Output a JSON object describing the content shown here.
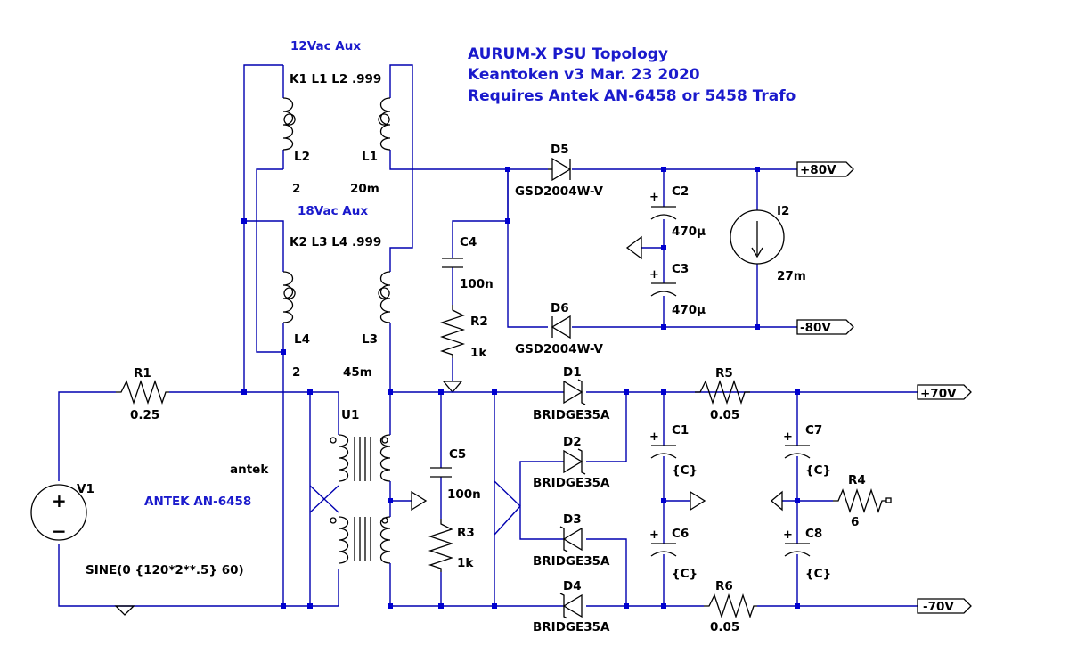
{
  "title": {
    "line1": "AURUM-X PSU Topology",
    "line2": "Keantoken  v3  Mar. 23  2020",
    "line3": "Requires Antek AN-6458 or 5458 Trafo"
  },
  "aux": {
    "label_12v": "12Vac Aux",
    "label_18v": "18Vac Aux",
    "k1": "K1 L1 L2 .999",
    "k2": "K2 L3 L4 .999"
  },
  "components": {
    "L1": {
      "name": "L1",
      "value": "20m"
    },
    "L2": {
      "name": "L2",
      "value": "2"
    },
    "L3": {
      "name": "L3",
      "value": "45m"
    },
    "L4": {
      "name": "L4",
      "value": "2"
    },
    "D5": {
      "name": "D5",
      "value": "GSD2004W-V"
    },
    "D6": {
      "name": "D6",
      "value": "GSD2004W-V"
    },
    "C2": {
      "name": "C2",
      "value": "470µ"
    },
    "C3": {
      "name": "C3",
      "value": "470µ"
    },
    "I2": {
      "name": "I2",
      "value": "27m"
    },
    "C4": {
      "name": "C4",
      "value": "100n"
    },
    "R2": {
      "name": "R2",
      "value": "1k"
    },
    "R1": {
      "name": "R1",
      "value": "0.25"
    },
    "V1": {
      "name": "V1",
      "value": "SINE(0 {120*2**.5} 60)"
    },
    "U1": {
      "name": "U1",
      "value": "antek",
      "model": "ANTEK AN-6458"
    },
    "C5": {
      "name": "C5",
      "value": "100n"
    },
    "R3": {
      "name": "R3",
      "value": "1k"
    },
    "D1": {
      "name": "D1",
      "value": "BRIDGE35A"
    },
    "D2": {
      "name": "D2",
      "value": "BRIDGE35A"
    },
    "D3": {
      "name": "D3",
      "value": "BRIDGE35A"
    },
    "D4": {
      "name": "D4",
      "value": "BRIDGE35A"
    },
    "C1": {
      "name": "C1",
      "value": "{C}"
    },
    "C6": {
      "name": "C6",
      "value": "{C}"
    },
    "R5": {
      "name": "R5",
      "value": "0.05"
    },
    "R6": {
      "name": "R6",
      "value": "0.05"
    },
    "C7": {
      "name": "C7",
      "value": "{C}"
    },
    "C8": {
      "name": "C8",
      "value": "{C}"
    },
    "R4": {
      "name": "R4",
      "value": "6"
    }
  },
  "ports": {
    "p80": "+80V",
    "n80": "-80V",
    "p70": "+70V",
    "n70": "-70V"
  },
  "polarity": {
    "plus": "+",
    "minus": "−"
  }
}
